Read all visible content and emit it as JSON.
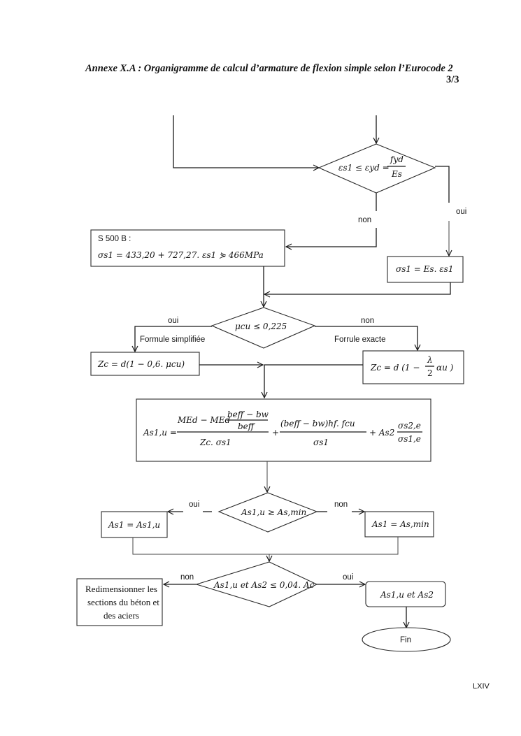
{
  "header": {
    "title": "Annexe X.A : Organigramme de calcul d’armature de flexion simple selon l’Eurocode 2",
    "page_fraction": "3/3"
  },
  "footer": {
    "page_number": "LXIV"
  },
  "flowchart": {
    "decision_strain": {
      "text": "εs1 ≤ εyd = fyd / Es",
      "lhs": "εs1 ≤ εyd =",
      "num": "fyd",
      "den": "Es"
    },
    "branch_strain_no": "non",
    "branch_strain_yes": "oui",
    "box_s500b": {
      "line1": "S 500 B :",
      "line2": "σs1 = 433,20 + 727,27. εs1 ⋟ 466MPa"
    },
    "box_elastic": {
      "text": "σs1 = Es. εs1"
    },
    "decision_mu": {
      "text": "μcu ≤ 0,225"
    },
    "branch_mu_yes": "oui",
    "branch_mu_no": "non",
    "label_simplified": "Formule simplifiée",
    "label_exact": "Forrule exacte",
    "box_zc_simplified": {
      "text": "Zc = d(1 − 0,6. μcu)"
    },
    "box_zc_exact": {
      "lhs": "Zc = d (1 −",
      "num": "λ",
      "den": "2",
      "rhs": "αu )"
    },
    "box_as1u": {
      "lhs": "As1,u =",
      "t1_num": "MEd − MEd",
      "t1_inner_num": "beff − bw",
      "t1_inner_den": "beff",
      "t1_den": "Zc. σs1",
      "t2_num": "(beff − bw)hf. fcu",
      "t2_den": "σs1",
      "t3": "+ As2",
      "t3_num": "σs2,e",
      "t3_den": "σs1,e",
      "plus": "+"
    },
    "decision_asmin": {
      "text": "As1,u ≥ As,min"
    },
    "branch_asmin_yes": "oui",
    "branch_asmin_no": "non",
    "box_as1_eq_as1u": {
      "text": "As1 = As1,u"
    },
    "box_as1_eq_asmin": {
      "text": "As1 = As,min"
    },
    "decision_ac": {
      "text": "As1,u et As2 ≤ 0,04. Ac"
    },
    "branch_ac_no": "non",
    "branch_ac_yes": "oui",
    "box_redim": {
      "line1": "Redimensionner les",
      "line2": "sections du béton et",
      "line3": "des aciers"
    },
    "box_result": {
      "text": "As1,u et As2"
    },
    "terminal_end": {
      "text": "Fin"
    }
  }
}
